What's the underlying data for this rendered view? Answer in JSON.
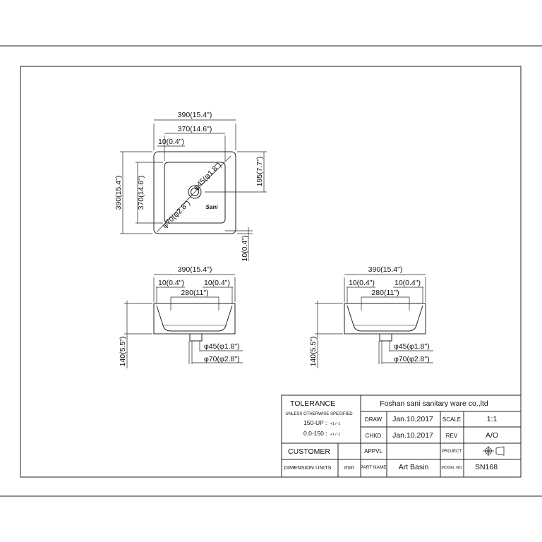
{
  "top_view": {
    "dim_overall_w": "390(15.4\")",
    "dim_inner_w": "370(14.6\")",
    "dim_rim": "10(0.4\")",
    "dim_overall_h": "390(15.4\")",
    "dim_inner_h": "370(14.6\")",
    "dim_drain_offset": "195(7.7\")",
    "dim_drain_hole": "φ45(φ1.8\")",
    "dim_drain_outer": "φ70(φ2.8\")",
    "dim_bottom_rim": "10(0.4\")",
    "logo": "Sani"
  },
  "side_view_a": {
    "dim_overall_w": "390(15.4\")",
    "dim_rim_left": "10(0.4\")",
    "dim_rim_right": "10(0.4\")",
    "dim_bottom_w": "280(11\")",
    "dim_height": "140(5.5\")",
    "dim_drain_hole": "φ45(φ1.8\")",
    "dim_drain_outer": "φ70(φ2.8\")"
  },
  "side_view_b": {
    "dim_overall_w": "390(15.4\")",
    "dim_rim_left": "10(0.4\")",
    "dim_rim_right": "10(0.4\")",
    "dim_bottom_w": "280(11\")",
    "dim_height": "140(5.5\")",
    "dim_drain_hole": "φ45(φ1.8\")",
    "dim_drain_outer": "φ70(φ2.8\")"
  },
  "title_block": {
    "tolerance": "TOLERANCE",
    "unless": "UNLESS OTHERWISE SPECIFIED",
    "tol_150_up": "150-UP :",
    "tol_150_up_vals": "+1 / -1",
    "tol_0_150": "0.0-150 :",
    "tol_0_150_vals": "+1 / -1",
    "company": "Foshan sani sanitary ware co.,ltd",
    "draw_label": "DRAW",
    "draw_date": "Jan.10,2017",
    "scale_label": "SCALE",
    "scale_value": "1:1",
    "chkd_label": "CHKD",
    "chkd_date": "Jan.10,2017",
    "rev_label": "REV",
    "rev_value": "A/O",
    "customer_label": "CUSTOMER",
    "appvl_label": "APPVL",
    "project_label": "PROJECT",
    "dim_units_label": "DIMENSION UNITS",
    "dim_units_value": "mm",
    "part_name_label": "PART NAME",
    "part_name_value": "Art Basin",
    "model_no_label": "MODEL NO",
    "model_no_value": "SN168"
  }
}
